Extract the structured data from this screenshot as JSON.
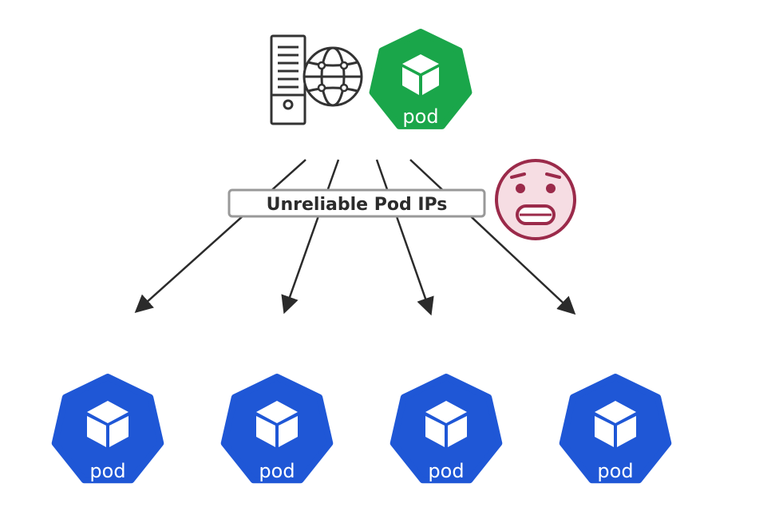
{
  "source_pod": {
    "label": "pod",
    "color": "#1aa64a"
  },
  "banner": {
    "text": "Unreliable Pod IPs"
  },
  "target_pods": [
    {
      "label": "pod"
    },
    {
      "label": "pod"
    },
    {
      "label": "pod"
    },
    {
      "label": "pod"
    }
  ],
  "colors": {
    "target_pod": "#1f57d6",
    "arrow": "#2b2b2b",
    "emoji_fill": "#f6dde3",
    "emoji_stroke": "#9b2a4a"
  },
  "icons": {
    "server": "server-icon",
    "globe": "globe-icon",
    "cube": "cube-icon",
    "emoji": "worried-face-icon"
  }
}
